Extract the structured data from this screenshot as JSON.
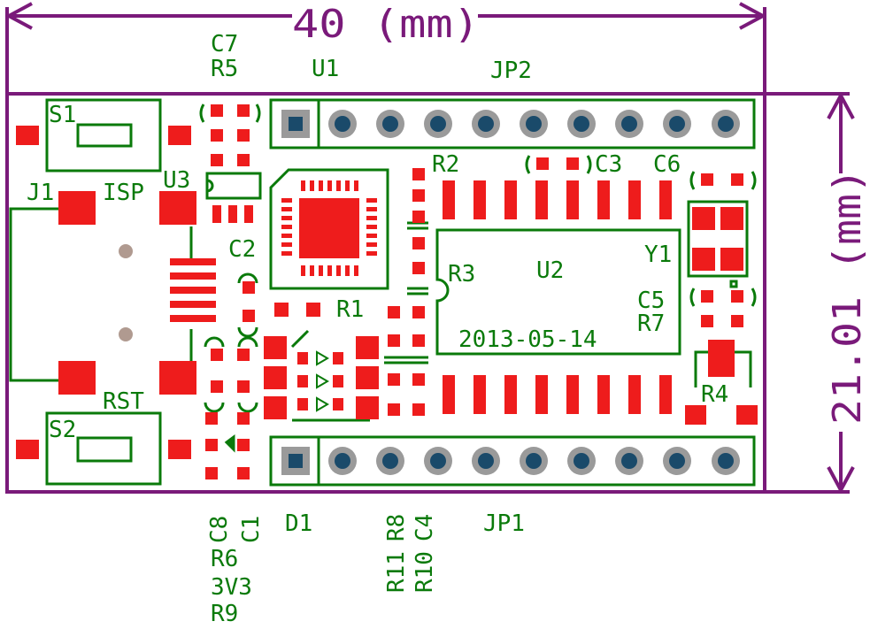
{
  "dimensions": {
    "width_text": "40 (mm)",
    "height_text": "21.01 (mm)"
  },
  "labels": {
    "c7": "C7",
    "r5": "R5",
    "u1": "U1",
    "jp2": "JP2",
    "s1": "S1",
    "j1": "J1",
    "isp": "ISP",
    "u3": "U3",
    "r2": "R2",
    "c3": "C3",
    "c6": "C6",
    "c2": "C2",
    "r3": "R3",
    "u2": "U2",
    "y1": "Y1",
    "c5": "C5",
    "r7": "R7",
    "r1": "R1",
    "date": "2013-05-14",
    "rst": "RST",
    "r4": "R4",
    "s2": "S2",
    "c8": "C8",
    "c1": "C1",
    "r6": "R6",
    "v33": "3V3",
    "r9": "R9",
    "d1": "D1",
    "r11": "R11",
    "r8": "R8",
    "r10": "R10",
    "c4": "C4",
    "jp1": "JP1"
  },
  "colors": {
    "outline": "#7a1a7a",
    "silkscreen": "#0a7a0a",
    "pad": "#ee1c1c",
    "via": "#1a4a6a",
    "via_ring": "#9a9a9a",
    "hole": "#b09a90"
  }
}
